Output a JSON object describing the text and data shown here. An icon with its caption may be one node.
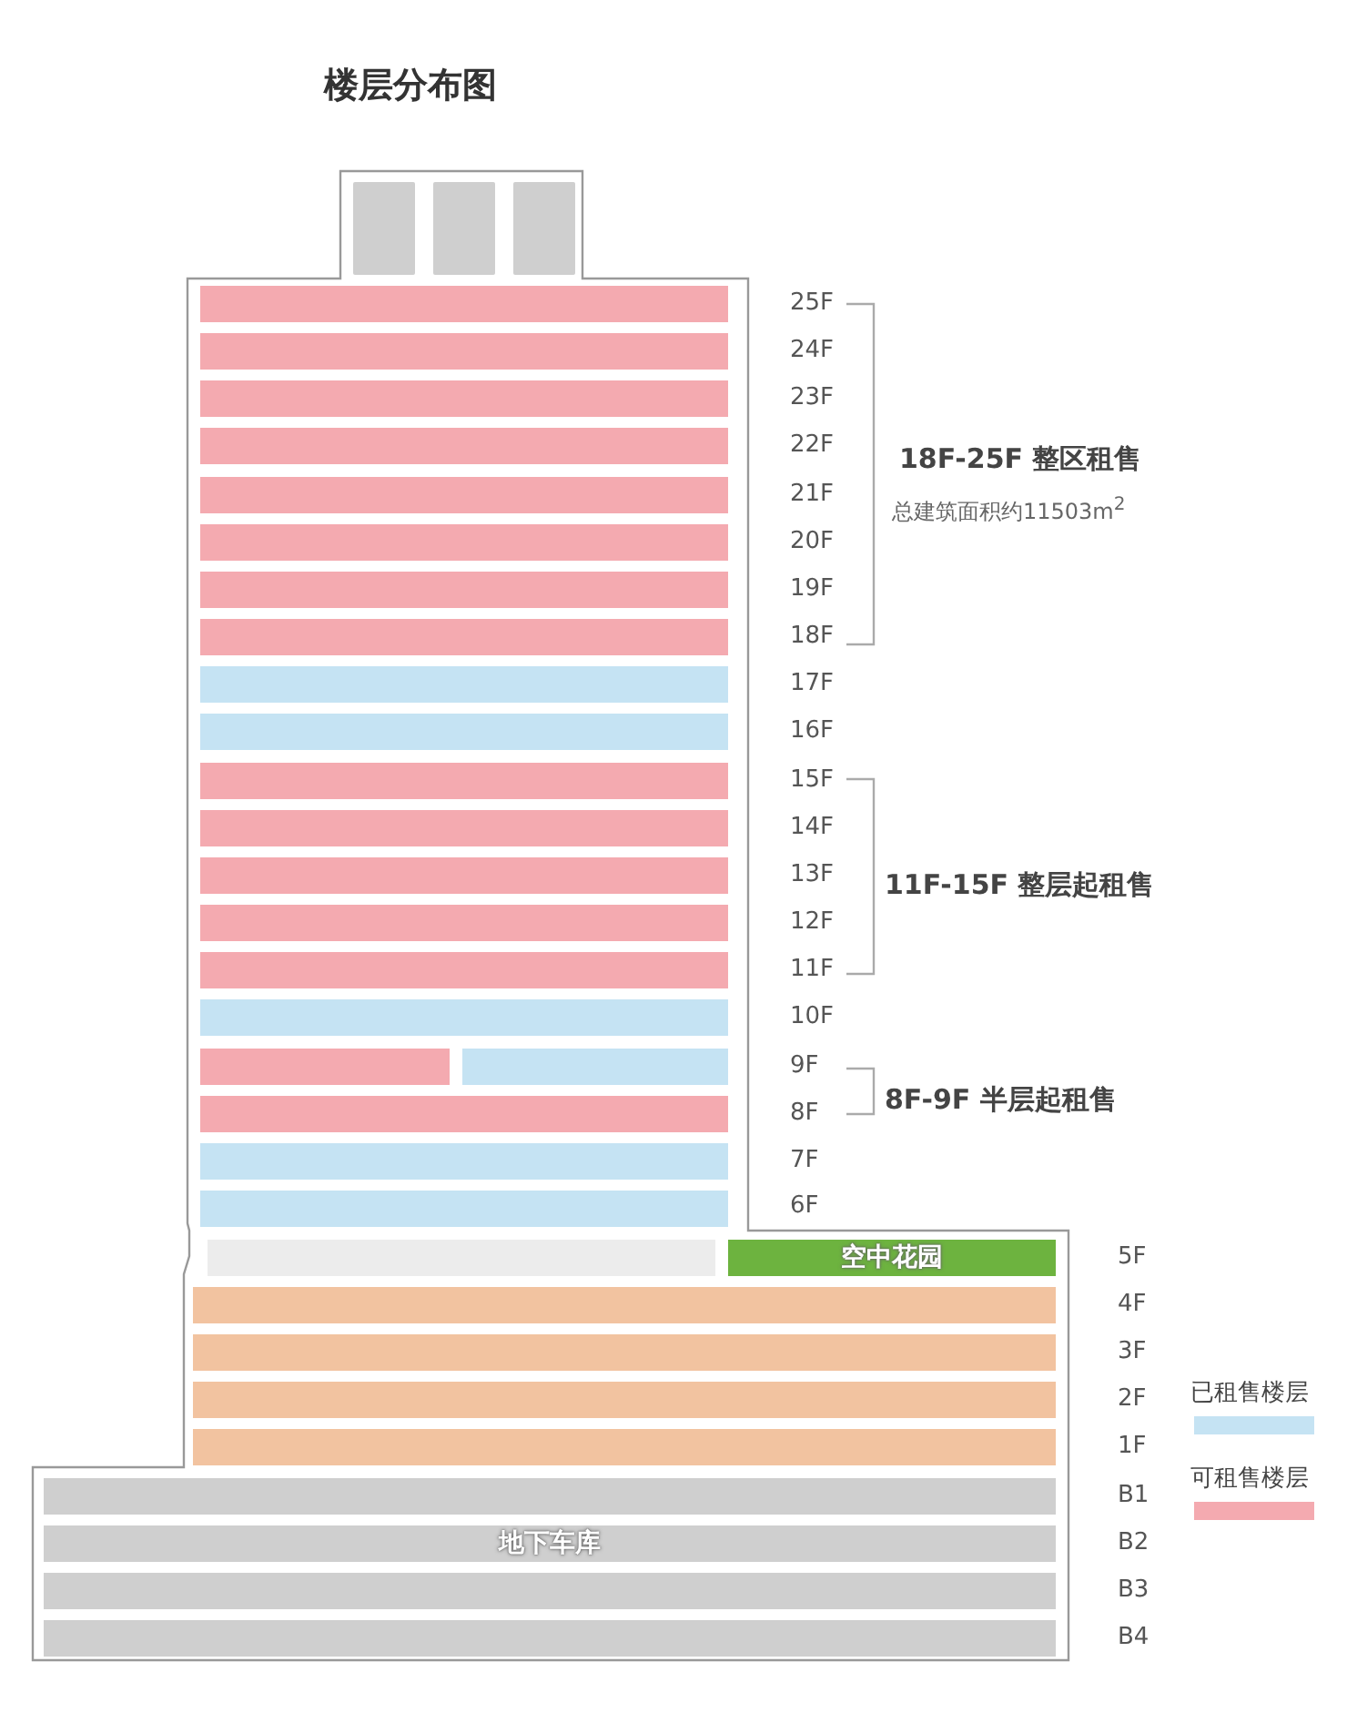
{
  "diagram": {
    "title": "楼层分布图",
    "nodes": [
      {
        "text": [],
        "shape": "box"
      },
      {
        "text": [],
        "shape": "box"
      },
      {
        "text": [],
        "shape": "box"
      },
      {
        "text": [],
        "shape": "bar",
        "beside": [
          "25F"
        ]
      },
      {
        "text": [],
        "shape": "bar",
        "beside": [
          "24F"
        ]
      },
      {
        "text": [],
        "shape": "bar",
        "beside": [
          "23F"
        ]
      },
      {
        "text": [],
        "shape": "bar",
        "beside": [
          "22F"
        ]
      },
      {
        "text": [],
        "shape": "bar",
        "beside": [
          "21F"
        ]
      },
      {
        "text": [],
        "shape": "bar",
        "beside": [
          "20F"
        ]
      },
      {
        "text": [],
        "shape": "bar",
        "beside": [
          "19F"
        ]
      },
      {
        "text": [],
        "shape": "bar",
        "beside": [
          "18F"
        ]
      },
      {
        "text": [],
        "shape": "bar",
        "beside": [
          "17F"
        ]
      },
      {
        "text": [],
        "shape": "bar",
        "beside": [
          "16F"
        ]
      },
      {
        "text": [],
        "shape": "bar",
        "beside": [
          "15F"
        ]
      },
      {
        "text": [],
        "shape": "bar",
        "beside": [
          "14F"
        ]
      },
      {
        "text": [],
        "shape": "bar",
        "beside": [
          "13F"
        ]
      },
      {
        "text": [],
        "shape": "bar",
        "beside": [
          "12F"
        ]
      },
      {
        "text": [],
        "shape": "bar",
        "beside": [
          "11F"
        ]
      },
      {
        "text": [],
        "shape": "bar",
        "beside": [
          "10F"
        ]
      },
      {
        "text": [],
        "shape": "bar"
      },
      {
        "text": [],
        "shape": "bar",
        "beside": [
          "9F"
        ]
      },
      {
        "text": [],
        "shape": "bar",
        "beside": [
          "8F"
        ]
      },
      {
        "text": [],
        "shape": "bar",
        "beside": [
          "7F"
        ]
      },
      {
        "text": [],
        "shape": "bar"
      },
      {
        "text": [],
        "shape": "bar"
      },
      {
        "text": [
          "空中花园"
        ],
        "beside": [
          "5F"
        ]
      },
      {
        "text": [],
        "shape": "bar",
        "beside": [
          "4F"
        ]
      },
      {
        "text": [],
        "shape": "bar",
        "beside": [
          "3F"
        ]
      },
      {
        "text": [],
        "shape": "bar",
        "beside": [
          "2F"
        ]
      },
      {
        "text": [],
        "shape": "bar",
        "beside": [
          "1F"
        ]
      },
      {
        "text": [],
        "shape": "bar",
        "beside": [
          "B1"
        ]
      },
      {
        "text": [
          "地下车库"
        ],
        "beside": [
          "B2"
        ]
      },
      {
        "text": [],
        "shape": "bar",
        "beside": [
          "B3"
        ]
      },
      {
        "text": [],
        "shape": "bar",
        "beside": [
          "B4"
        ]
      }
    ],
    "labels": [
      "6F",
      "18F-25F 整区租售",
      "总建筑面积约11503m$^{2}$",
      "11F-15F 整层起租售",
      "8F-9F 半层起租售"
    ],
    "legend": [
      {
        "text": "已租售楼层",
        "color": "#c5e3f3"
      },
      {
        "text": "可租售楼层",
        "color": "#f4aab0"
      }
    ]
  }
}
